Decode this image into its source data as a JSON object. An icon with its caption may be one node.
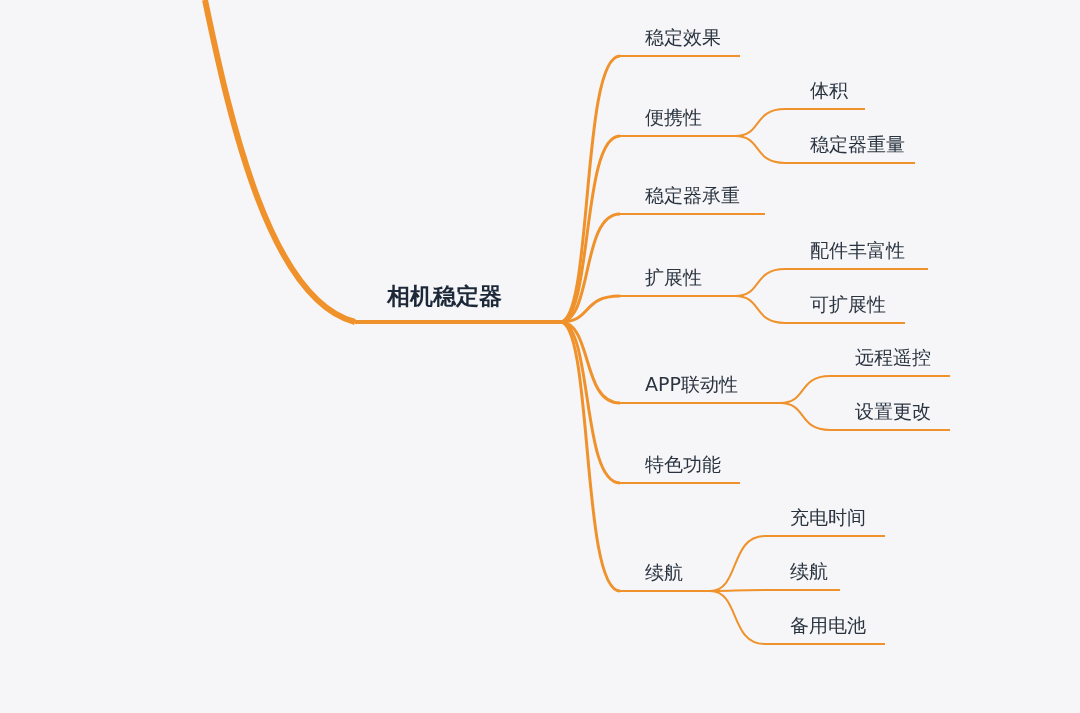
{
  "diagram": {
    "nodes": [
      {
        "text": [
          "相机稳定器"
        ]
      },
      {
        "text": [
          "稳定效果"
        ]
      },
      {
        "text": [
          "便携性"
        ]
      },
      {
        "text": [
          "体积"
        ]
      },
      {
        "text": [
          "稳定器重量"
        ]
      },
      {
        "text": [
          "稳定器承重"
        ]
      },
      {
        "text": [
          "扩展性"
        ]
      },
      {
        "text": [
          "配件丰富性"
        ]
      },
      {
        "text": [
          "可扩展性"
        ]
      },
      {
        "text": [
          "APP联动性"
        ]
      },
      {
        "text": [
          "远程遥控"
        ]
      },
      {
        "text": [
          "设置更改"
        ]
      },
      {
        "text": [
          "特色功能"
        ]
      },
      {
        "text": [
          "续航"
        ]
      },
      {
        "text": [
          "充电时间"
        ]
      },
      {
        "text": [
          "续航"
        ]
      },
      {
        "text": [
          "备用电池"
        ]
      }
    ],
    "edges": [
      {
        "from": null,
        "to": 0,
        "arrow": "none",
        "style": "thick"
      },
      {
        "from": 0,
        "to": 1,
        "arrow": "none"
      },
      {
        "from": 0,
        "to": 2,
        "arrow": "none"
      },
      {
        "from": 0,
        "to": 5,
        "arrow": "none"
      },
      {
        "from": 0,
        "to": 6,
        "arrow": "none"
      },
      {
        "from": 0,
        "to": 9,
        "arrow": "none"
      },
      {
        "from": 0,
        "to": 12,
        "arrow": "none"
      },
      {
        "from": 0,
        "to": 13,
        "arrow": "none"
      },
      {
        "from": 2,
        "to": 3,
        "arrow": "none"
      },
      {
        "from": 2,
        "to": 4,
        "arrow": "none"
      },
      {
        "from": 6,
        "to": 7,
        "arrow": "none"
      },
      {
        "from": 6,
        "to": 8,
        "arrow": "none"
      },
      {
        "from": 9,
        "to": 10,
        "arrow": "none"
      },
      {
        "from": 9,
        "to": 11,
        "arrow": "none"
      },
      {
        "from": 13,
        "to": 14,
        "arrow": "none"
      },
      {
        "from": 13,
        "to": 15,
        "arrow": "none"
      },
      {
        "from": 13,
        "to": 16,
        "arrow": "none"
      }
    ]
  }
}
